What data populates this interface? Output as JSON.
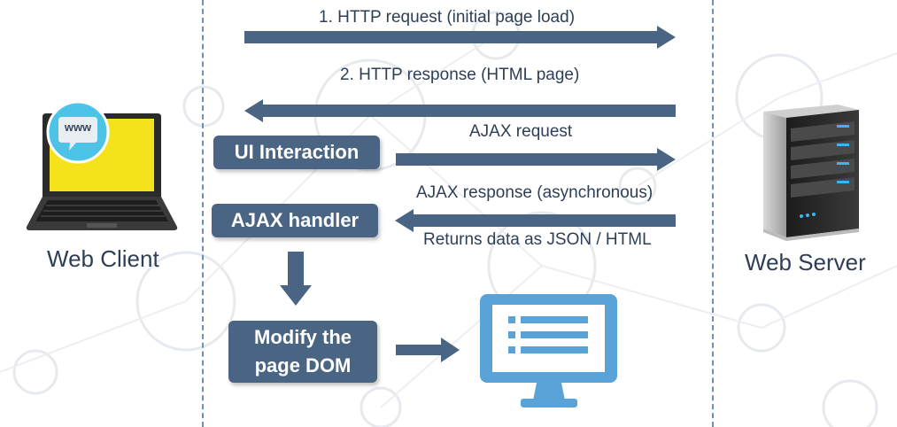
{
  "arrows": {
    "http_request": "1. HTTP request (initial page load)",
    "http_response": "2. HTTP response (HTML page)",
    "ajax_request": "AJAX request",
    "ajax_response": "AJAX response (asynchronous)",
    "returns_data": "Returns data as JSON / HTML"
  },
  "client": {
    "label": "Web Client",
    "badge": "www"
  },
  "server": {
    "label": "Web Server"
  },
  "steps": {
    "ui_interaction": "UI Interaction",
    "ajax_handler": "AJAX handler",
    "modify_dom_line1": "Modify the",
    "modify_dom_line2": "page DOM"
  },
  "colors": {
    "arrow": "#4a6583",
    "pill": "#4a6583",
    "text": "#2e3f55",
    "divider": "#6d8fb3",
    "monitor": "#5aa3d9",
    "laptop_screen": "#f4e21a",
    "badge": "#4ec3e8"
  }
}
